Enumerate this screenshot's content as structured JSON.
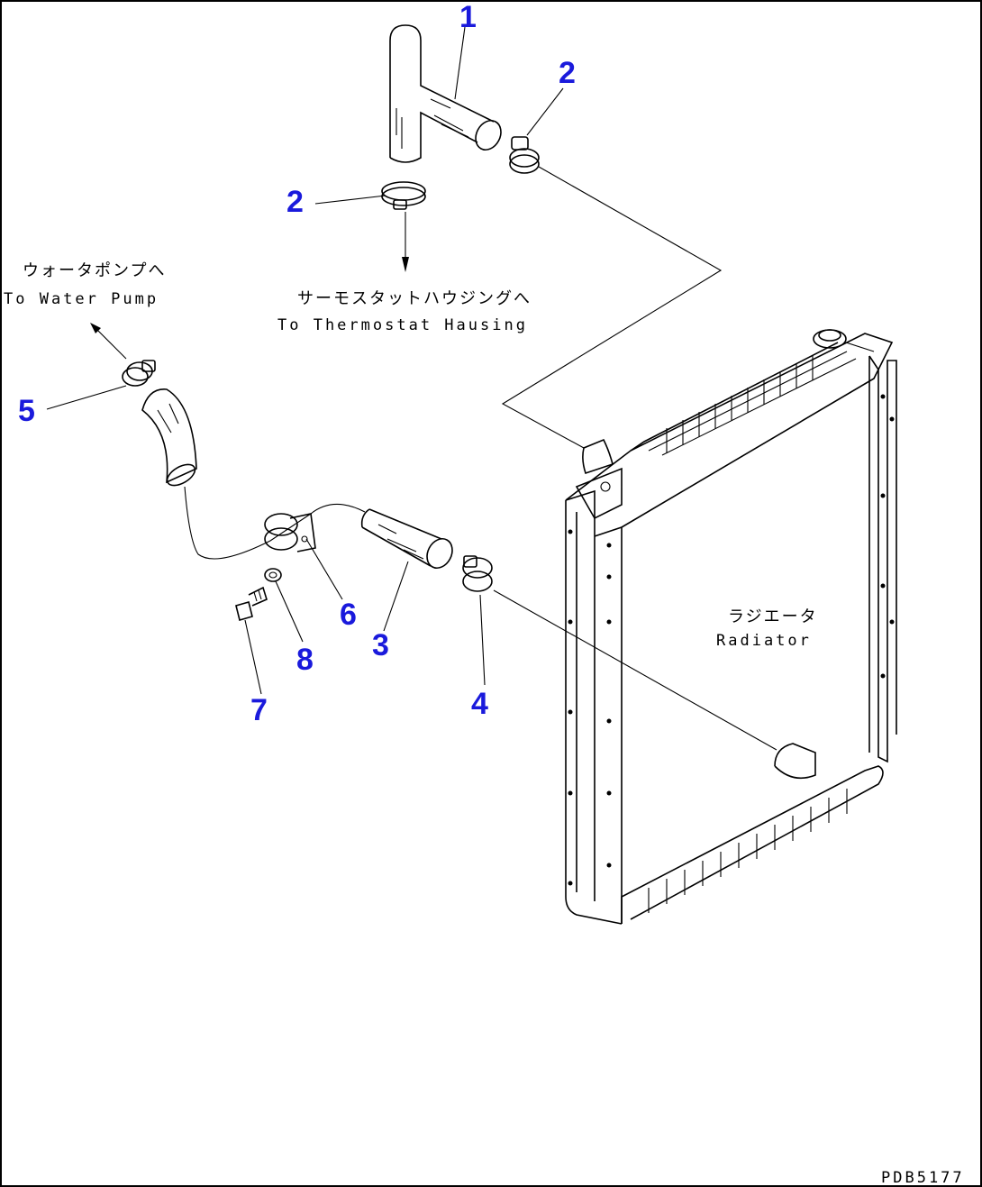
{
  "colors": {
    "callout": "#1a1adc",
    "ink": "#000000",
    "background": "#ffffff"
  },
  "callouts": [
    {
      "id": "1",
      "label": "1"
    },
    {
      "id": "2a",
      "label": "2"
    },
    {
      "id": "2b",
      "label": "2"
    },
    {
      "id": "3",
      "label": "3"
    },
    {
      "id": "4",
      "label": "4"
    },
    {
      "id": "5",
      "label": "5"
    },
    {
      "id": "6",
      "label": "6"
    },
    {
      "id": "7",
      "label": "7"
    },
    {
      "id": "8",
      "label": "8"
    }
  ],
  "annotations": {
    "water_pump_jp": "ウォータポンプへ",
    "water_pump_en": "To Water Pump",
    "thermostat_jp": "サーモスタットハウジングへ",
    "thermostat_en": "To Thermostat Hausing",
    "radiator_jp": "ラジエータ",
    "radiator_en": "Radiator"
  },
  "drawing_code": "PDB5177"
}
